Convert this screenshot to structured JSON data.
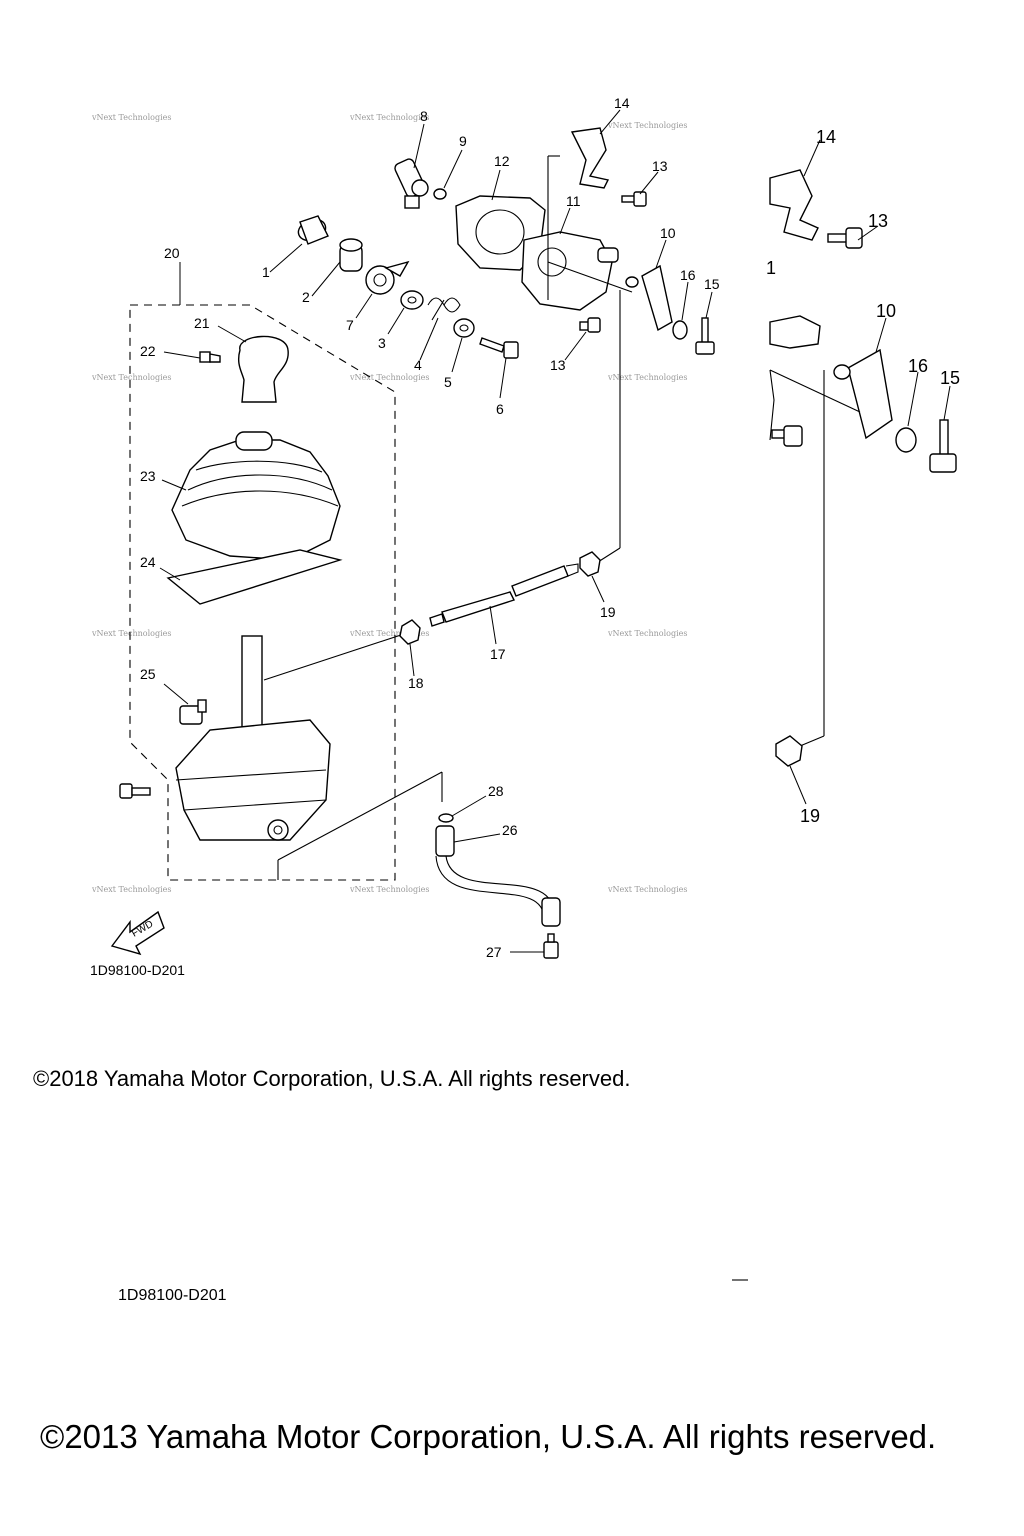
{
  "diagram": {
    "callouts_main": [
      "1",
      "2",
      "3",
      "4",
      "5",
      "6",
      "7",
      "8",
      "9",
      "10",
      "11",
      "12",
      "13",
      "14",
      "15",
      "16",
      "17",
      "18",
      "19",
      "20",
      "21",
      "22",
      "23",
      "24",
      "25",
      "26",
      "27",
      "28"
    ],
    "callouts_detail": [
      "1",
      "10",
      "13",
      "14",
      "15",
      "16",
      "19"
    ],
    "watermark_text": "vNext Technologies",
    "fwd_label": "FWD",
    "diagram_code": "1D98100-D201"
  },
  "footer": {
    "copyright_2018": "©2018 Yamaha Motor Corporation, U.S.A. All rights reserved.",
    "diagram_code_repeat": "1D98100-D201",
    "copyright_2013": "©2013 Yamaha Motor Corporation, U.S.A. All rights reserved."
  }
}
